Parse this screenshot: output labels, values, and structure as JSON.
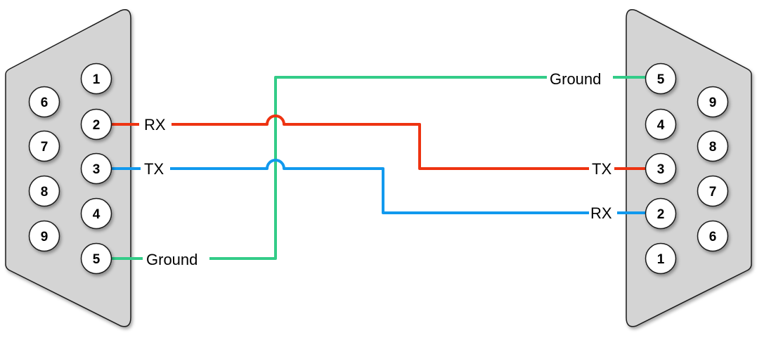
{
  "colors": {
    "rx_wire": "#ee3311",
    "tx_wire": "#1199ee",
    "ground_wire": "#33cc88",
    "connector_fill": "#d4d4d4",
    "connector_stroke": "#1a1a1a"
  },
  "left_connector": {
    "top_row_pins": [
      "1",
      "2",
      "3",
      "4",
      "5"
    ],
    "bottom_row_pins": [
      "6",
      "7",
      "8",
      "9"
    ],
    "labels": {
      "pin2": "RX",
      "pin3": "TX",
      "pin5": "Ground"
    }
  },
  "right_connector": {
    "top_row_pins": [
      "5",
      "4",
      "3",
      "2",
      "1"
    ],
    "bottom_row_pins": [
      "9",
      "8",
      "7",
      "6"
    ],
    "labels": {
      "pin5": "Ground",
      "pin3": "TX",
      "pin2": "RX"
    }
  }
}
